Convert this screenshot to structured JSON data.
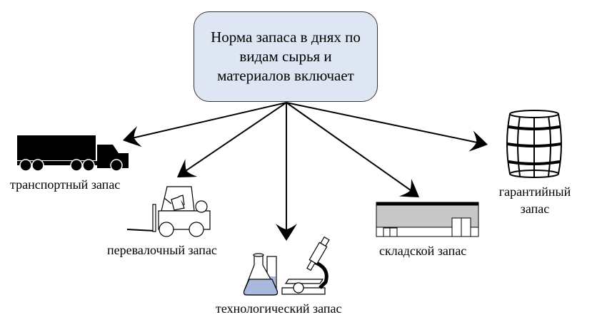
{
  "center": {
    "text": "Норма запаса в днях по видам сырья и материалов включает"
  },
  "items": [
    {
      "id": "transport",
      "label": "транспортный запас",
      "icon": "truck-icon"
    },
    {
      "id": "transship",
      "label": "перевалочный запас",
      "icon": "forklift-icon"
    },
    {
      "id": "tech",
      "label": "технологический запас",
      "icon": "lab-equipment-icon"
    },
    {
      "id": "warehouse",
      "label": "складской запас",
      "icon": "warehouse-icon"
    },
    {
      "id": "guarantee",
      "label": "гарантийный запас",
      "icon": "barrel-icon"
    }
  ],
  "colors": {
    "box_fill": "#dde6f2",
    "box_border": "#333333",
    "line": "#000000",
    "flask_liquid": "#a9b8dd"
  }
}
